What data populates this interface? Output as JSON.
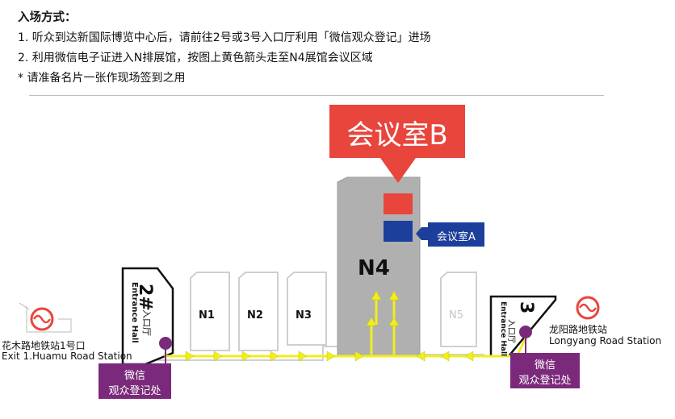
{
  "instructions": {
    "title": "入场方式：",
    "line1": "1. 听众到达新国际博览中心后，请前往2号或3号入口厅利用「微信观众登记」进场",
    "line2": "2. 利用微信电子证进入N排展馆，按图上黄色箭头走至N4展馆会议区域",
    "line3": "* 请准备名片一张作现场签到之用"
  },
  "map": {
    "meeting_b": "会议室B",
    "meeting_a": "会议室A",
    "halls": [
      "N1",
      "N2",
      "N3",
      "N4",
      "N5"
    ],
    "entrance2": {
      "number": "2#",
      "en": "Entrance Hall",
      "cn": "入口厅"
    },
    "entrance3": {
      "number": "3",
      "en": "Entrance Hall",
      "cn": "入口厅"
    },
    "reg_left": {
      "line1": "微信",
      "line2": "观众登记处"
    },
    "reg_right": {
      "line1": "微信",
      "line2": "观众登记处"
    },
    "metro_left": {
      "cn": "花木路地铁站1号口",
      "en": "Exit 1.Huamu Road Station"
    },
    "metro_right": {
      "cn": "龙阳路地铁站",
      "en": "Longyang Road Station"
    }
  },
  "colors": {
    "red": "#e8453c",
    "blue": "#1c3f9c",
    "purple": "#7b2a7b",
    "yellow": "#f2ee1c",
    "gray": "#b0b0b0"
  }
}
